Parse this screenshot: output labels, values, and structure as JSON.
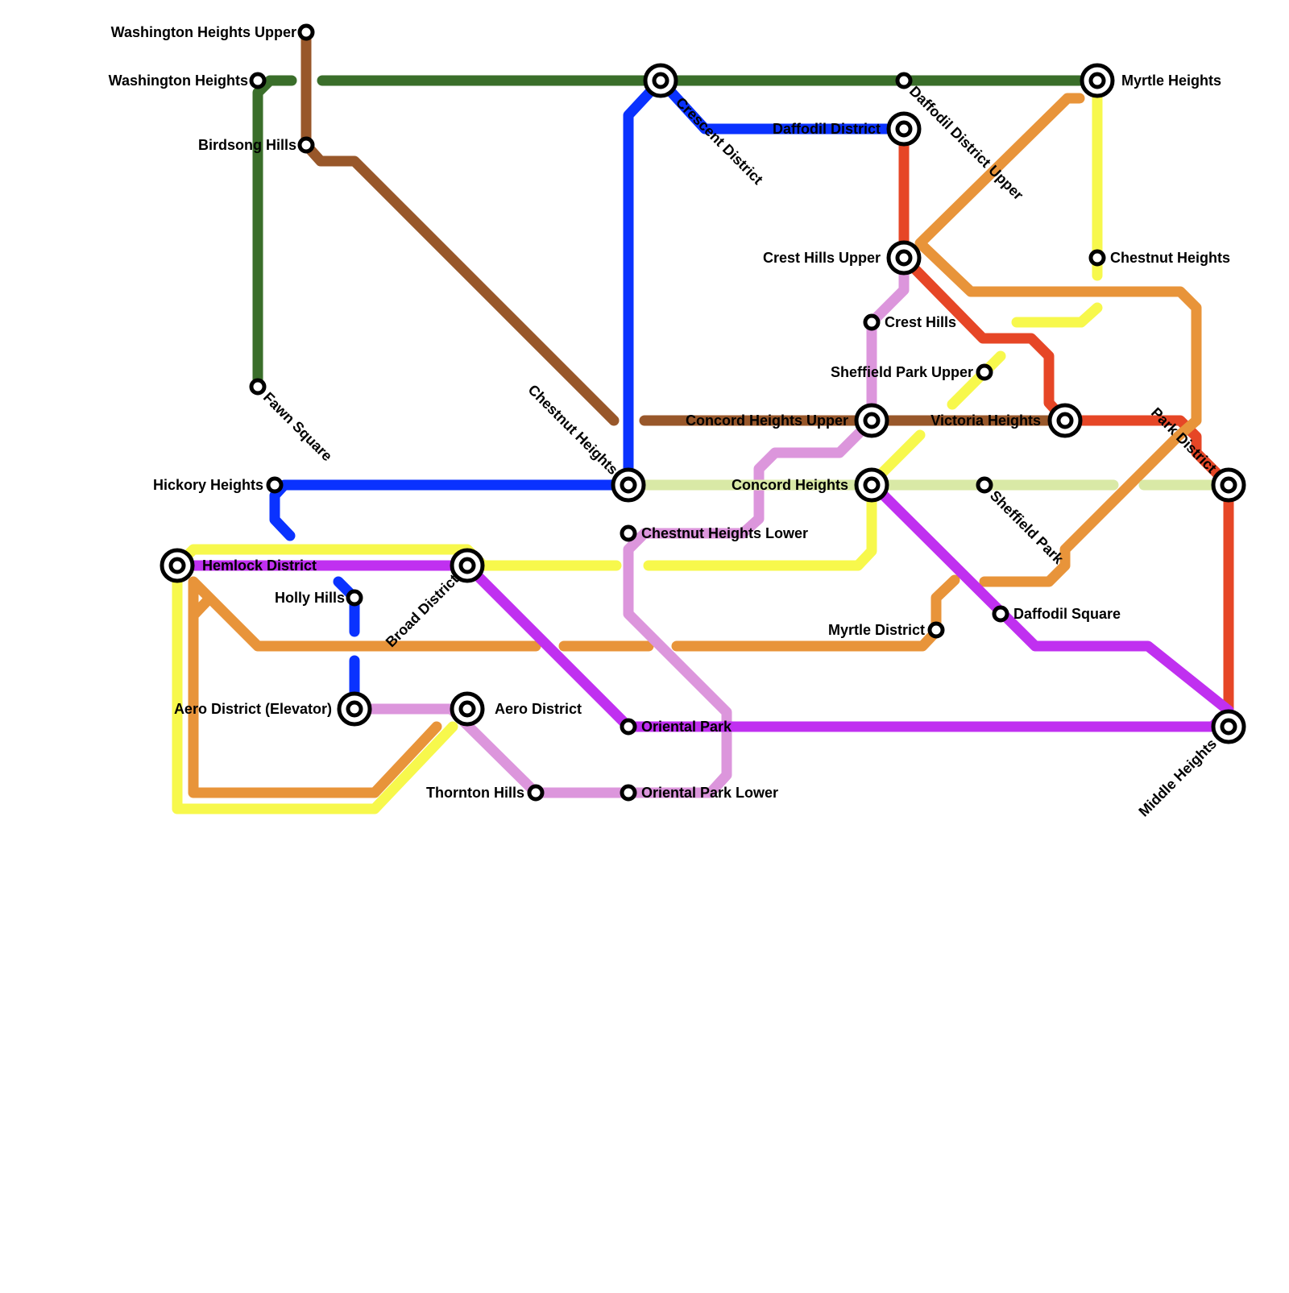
{
  "colors": {
    "dark_green": "#3a6e2a",
    "brown": "#98572a",
    "blue": "#0a32ff",
    "red": "#e64626",
    "orange": "#e8943a",
    "yellow": "#f7f84c",
    "pink": "#dc96dc",
    "purple": "#c030f0",
    "pale_green": "#d9e9a6"
  },
  "stations": {
    "washington_heights_upper": "Washington Heights Upper",
    "washington_heights": "Washington Heights",
    "birdsong_hills": "Birdsong Hills",
    "fawn_square": "Fawn Square",
    "hickory_heights": "Hickory Heights",
    "hemlock_district": "Hemlock District",
    "holly_hills": "Holly Hills",
    "broad_district": "Broad District",
    "aero_district_elevator": "Aero District (Elevator)",
    "aero_district": "Aero District",
    "thornton_hills": "Thornton Hills",
    "chestnut_heights": "Chestnut Heights",
    "crescent_district": "Crescent District",
    "chestnut_heights_lower": "Chestnut Heights Lower",
    "oriental_park": "Oriental Park",
    "oriental_park_lower": "Oriental Park Lower",
    "daffodil_district": "Daffodil District",
    "daffodil_district_upper": "Daffodil District Upper",
    "crest_hills_upper": "Crest Hills Upper",
    "crest_hills": "Crest Hills",
    "sheffield_park_upper": "Sheffield Park Upper",
    "concord_heights_upper": "Concord Heights Upper",
    "victoria_heights": "Victoria Heights",
    "concord_heights": "Concord Heights",
    "sheffield_park": "Sheffield Park",
    "myrtle_district": "Myrtle District",
    "daffodil_square": "Daffodil Square",
    "myrtle_heights": "Myrtle Heights",
    "chestnut_heights_east": "Chestnut Heights",
    "park_district": "Park District",
    "middle_heights": "Middle Heights"
  }
}
